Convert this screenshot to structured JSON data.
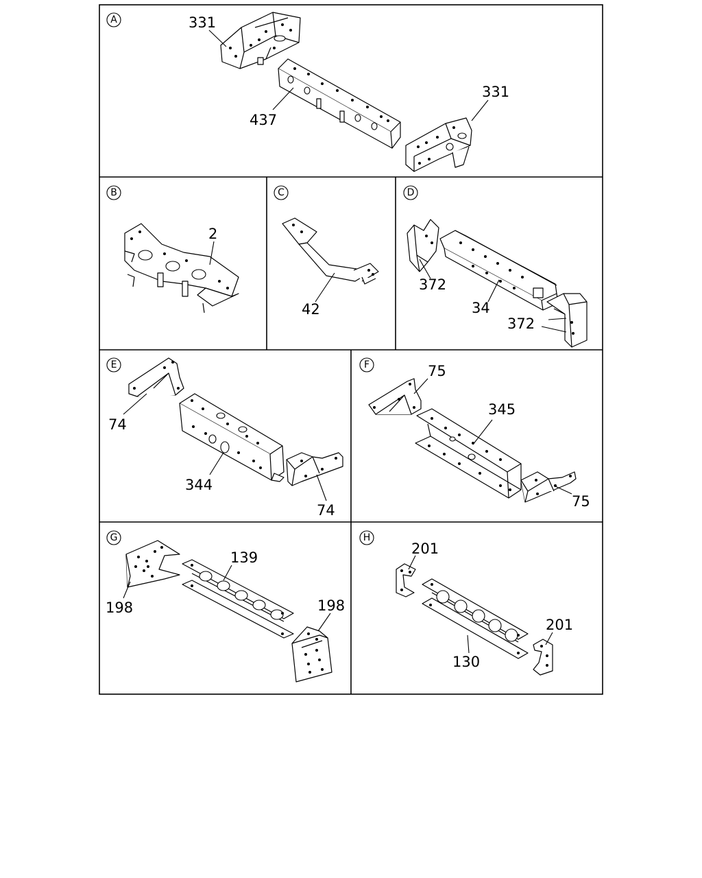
{
  "panels": [
    {
      "id": "A",
      "letter": "A",
      "labels": [
        "331",
        "437",
        "331"
      ]
    },
    {
      "id": "B",
      "letter": "B",
      "labels": [
        "2"
      ]
    },
    {
      "id": "C",
      "letter": "C",
      "labels": [
        "42"
      ]
    },
    {
      "id": "D",
      "letter": "D",
      "labels": [
        "372",
        "34",
        "372"
      ]
    },
    {
      "id": "E",
      "letter": "E",
      "labels": [
        "74",
        "344",
        "74"
      ]
    },
    {
      "id": "F",
      "letter": "F",
      "labels": [
        "75",
        "345",
        "75"
      ]
    },
    {
      "id": "G",
      "letter": "G",
      "labels": [
        "139",
        "198",
        "198"
      ]
    },
    {
      "id": "H",
      "letter": "H",
      "labels": [
        "201",
        "201",
        "130"
      ]
    }
  ]
}
